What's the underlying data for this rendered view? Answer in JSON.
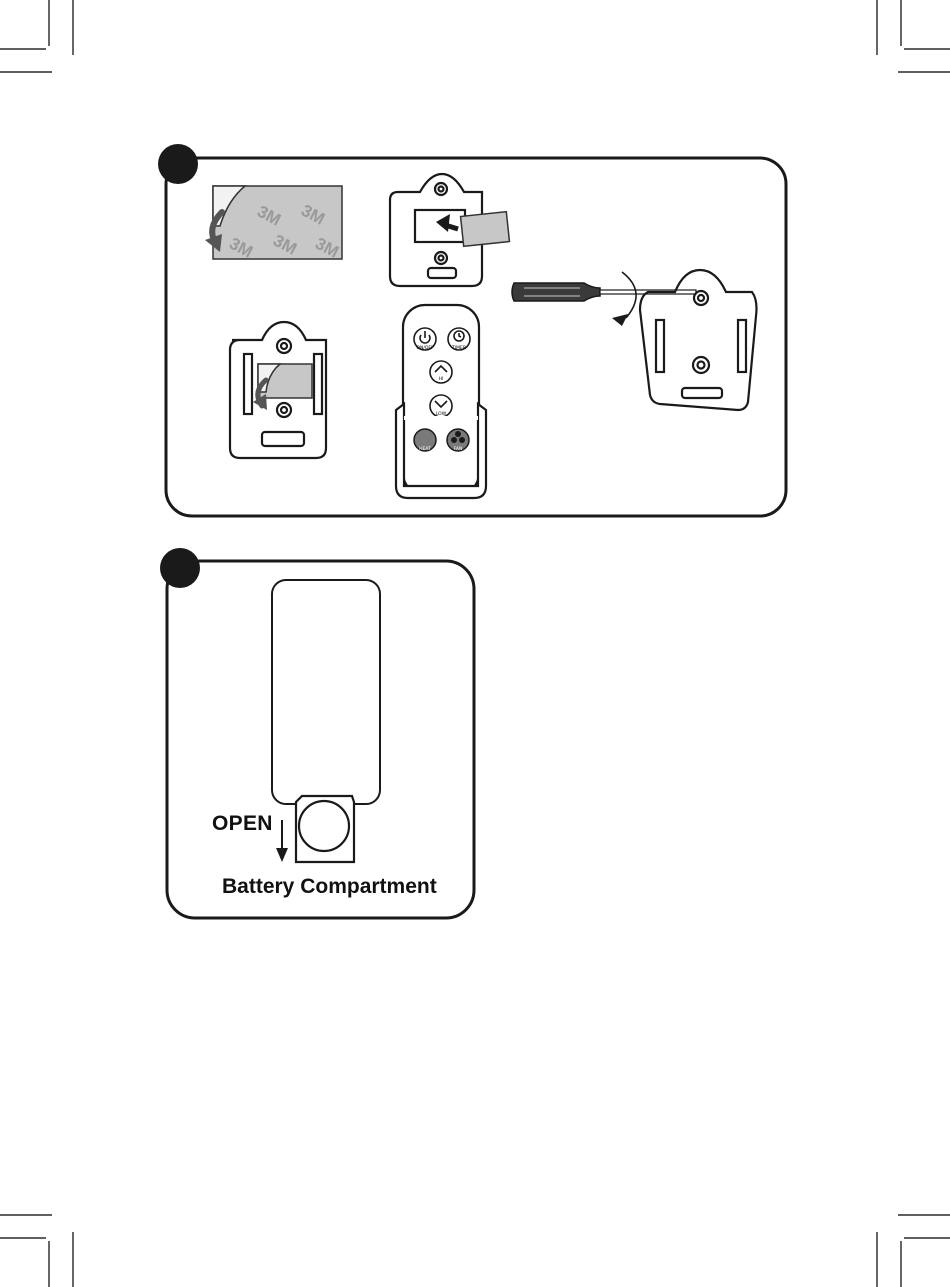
{
  "panel1": {
    "adhesive_brand": "3M",
    "remote_buttons": {
      "power": "ON/OFF",
      "timer": "TIMER",
      "hi": "HI",
      "low": "LOW",
      "heat": "HEAT",
      "fan": "FAN"
    }
  },
  "panel2": {
    "open_label": "OPEN",
    "battery_label": "Battery Compartment"
  }
}
